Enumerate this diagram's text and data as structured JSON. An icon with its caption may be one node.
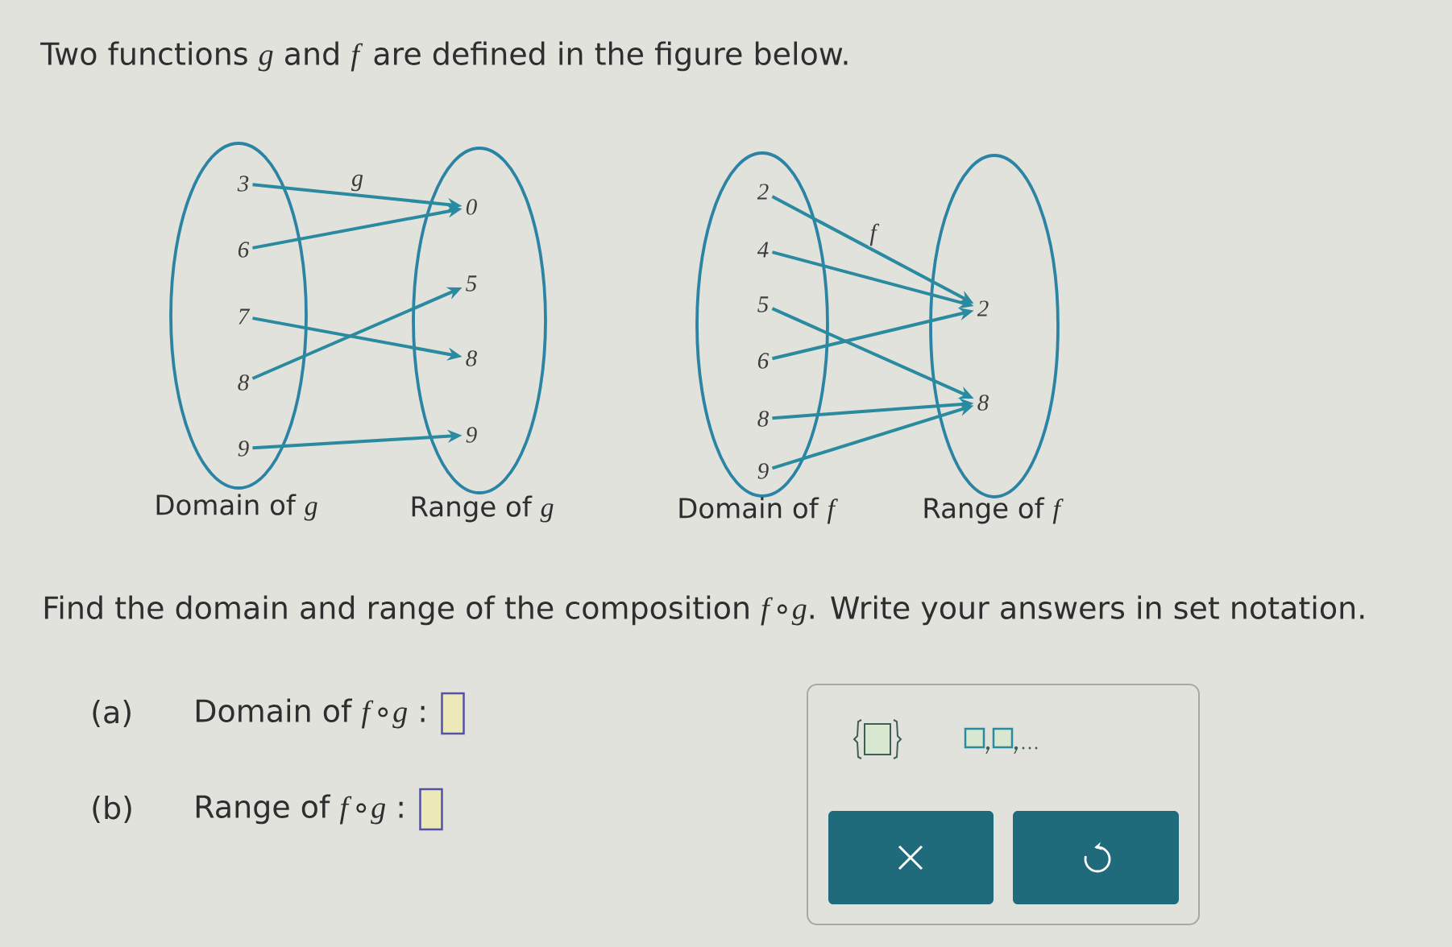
{
  "diagram": {
    "title": "Two functions *g* and *f* are defined in the figure below.",
    "nodes": [
      {
        "text": [
          "Domain of *g*"
        ]
      },
      {
        "text": [
          "3"
        ],
        "in": 0
      },
      {
        "text": [
          "6"
        ],
        "in": 0
      },
      {
        "text": [
          "7"
        ],
        "in": 0
      },
      {
        "text": [
          "8"
        ],
        "in": 0
      },
      {
        "text": [
          "9"
        ],
        "in": 0
      },
      {
        "text": [
          "Range of *g*"
        ]
      },
      {
        "text": [
          "0"
        ],
        "in": 6
      },
      {
        "text": [
          "5"
        ],
        "in": 6
      },
      {
        "text": [
          "8"
        ],
        "in": 6
      },
      {
        "text": [
          "9"
        ],
        "in": 6
      },
      {
        "text": [
          "Domain of *f*"
        ]
      },
      {
        "text": [
          "2"
        ],
        "in": 11
      },
      {
        "text": [
          "4"
        ],
        "in": 11
      },
      {
        "text": [
          "5"
        ],
        "in": 11
      },
      {
        "text": [
          "6"
        ],
        "in": 11
      },
      {
        "text": [
          "8"
        ],
        "in": 11
      },
      {
        "text": [
          "9"
        ],
        "in": 11
      },
      {
        "text": [
          "Range of *f*"
        ]
      },
      {
        "text": [
          "2"
        ],
        "in": 18
      },
      {
        "text": [
          "8"
        ],
        "in": 18
      }
    ],
    "edges": [
      {
        "from": 1,
        "to": 7,
        "arrow": "to",
        "label": "g"
      },
      {
        "from": 2,
        "to": 7,
        "arrow": "to"
      },
      {
        "from": 3,
        "to": 9,
        "arrow": "to"
      },
      {
        "from": 4,
        "to": 8,
        "arrow": "to"
      },
      {
        "from": 5,
        "to": 10,
        "arrow": "to"
      },
      {
        "from": 12,
        "to": 19,
        "arrow": "to",
        "label": "f"
      },
      {
        "from": 13,
        "to": 19,
        "arrow": "to"
      },
      {
        "from": 14,
        "to": 20,
        "arrow": "to"
      },
      {
        "from": 15,
        "to": 19,
        "arrow": "to"
      },
      {
        "from": 16,
        "to": 20,
        "arrow": "to"
      },
      {
        "from": 17,
        "to": 20,
        "arrow": "to"
      }
    ],
    "labels": [
      "Find the domain and range of the composition *f*∘*g*. Write your answers in set notation.",
      "(a)",
      "Domain of *f*∘*g* :",
      "(b)",
      "Range of *f*∘*g* :"
    ]
  }
}
